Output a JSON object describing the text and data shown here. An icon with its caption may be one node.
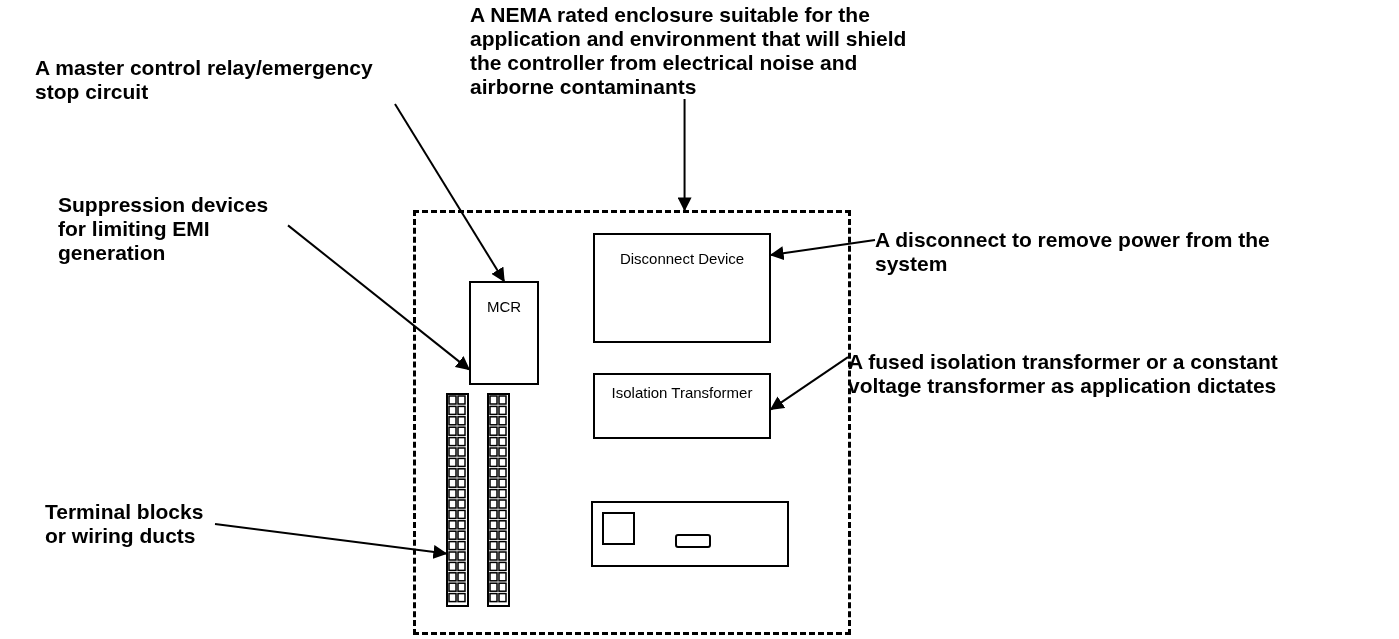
{
  "diagram": {
    "nodes": [
      {
        "text": [],
        "shape": "box"
      },
      {
        "text": [
          "MCR"
        ],
        "in": 0
      },
      {
        "text": [
          "Disconnect Device"
        ],
        "in": 0
      },
      {
        "text": [
          "Isolation Transformer"
        ],
        "in": 0
      },
      {
        "text": [],
        "shape": "bar",
        "in": 0
      },
      {
        "text": [],
        "shape": "bar",
        "in": 0
      },
      {
        "text": [],
        "shape": "box",
        "in": 0
      },
      {
        "text": [
          "A NEMA rated enclosure suitable for the application and environment that will shield the controller from electrical noise and airborne contaminants"
        ]
      },
      {
        "text": [
          "A master control relay/emergency stop circuit"
        ]
      },
      {
        "text": [
          "Suppression devices for limiting EMI generation"
        ]
      },
      {
        "text": [
          "A disconnect to remove power from the system"
        ]
      },
      {
        "text": [
          "A fused isolation transformer or a constant voltage transformer as application dictates"
        ]
      },
      {
        "text": [
          "Terminal blocks or wiring ducts"
        ]
      }
    ],
    "edges": [
      {
        "from": 7,
        "to": 0,
        "arrow": "to"
      },
      {
        "from": 8,
        "to": 1,
        "arrow": "to"
      },
      {
        "from": 9,
        "to": 1,
        "arrow": "to"
      },
      {
        "from": 10,
        "to": 2,
        "arrow": "to"
      },
      {
        "from": 11,
        "to": 3,
        "arrow": "to"
      },
      {
        "from": 12,
        "to": 4,
        "arrow": "to"
      }
    ]
  }
}
